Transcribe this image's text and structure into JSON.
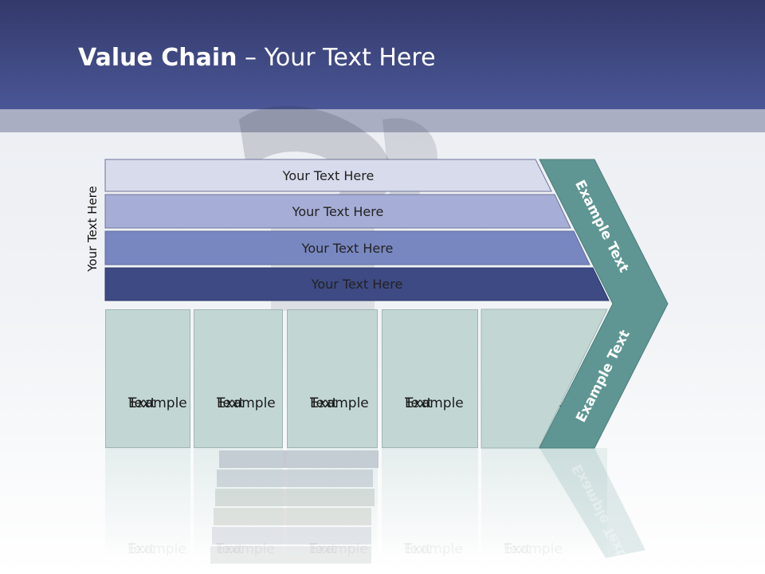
{
  "header": {
    "title_bold": "Value Chain",
    "title_rest": " – Your Text Here"
  },
  "side_label": "Your Text Here",
  "bands": [
    {
      "label": "Your Text Here",
      "color": "#d7dbec"
    },
    {
      "label": "Your Text Here",
      "color": "#a6add6"
    },
    {
      "label": "Your Text Here",
      "color": "#7887c0"
    },
    {
      "label": "Your Text Here",
      "color": "#3d4a83"
    }
  ],
  "boxes": [
    {
      "line1": "Example",
      "line2": "Text"
    },
    {
      "line1": "Example",
      "line2": "Text"
    },
    {
      "line1": "Example",
      "line2": "Text"
    },
    {
      "line1": "Example",
      "line2": "Text"
    },
    {
      "line1": "Example",
      "line2": "Text"
    }
  ],
  "chevron": {
    "upper_text": "Example Text",
    "lower_text": "Example Text",
    "color": "#5f9693"
  }
}
